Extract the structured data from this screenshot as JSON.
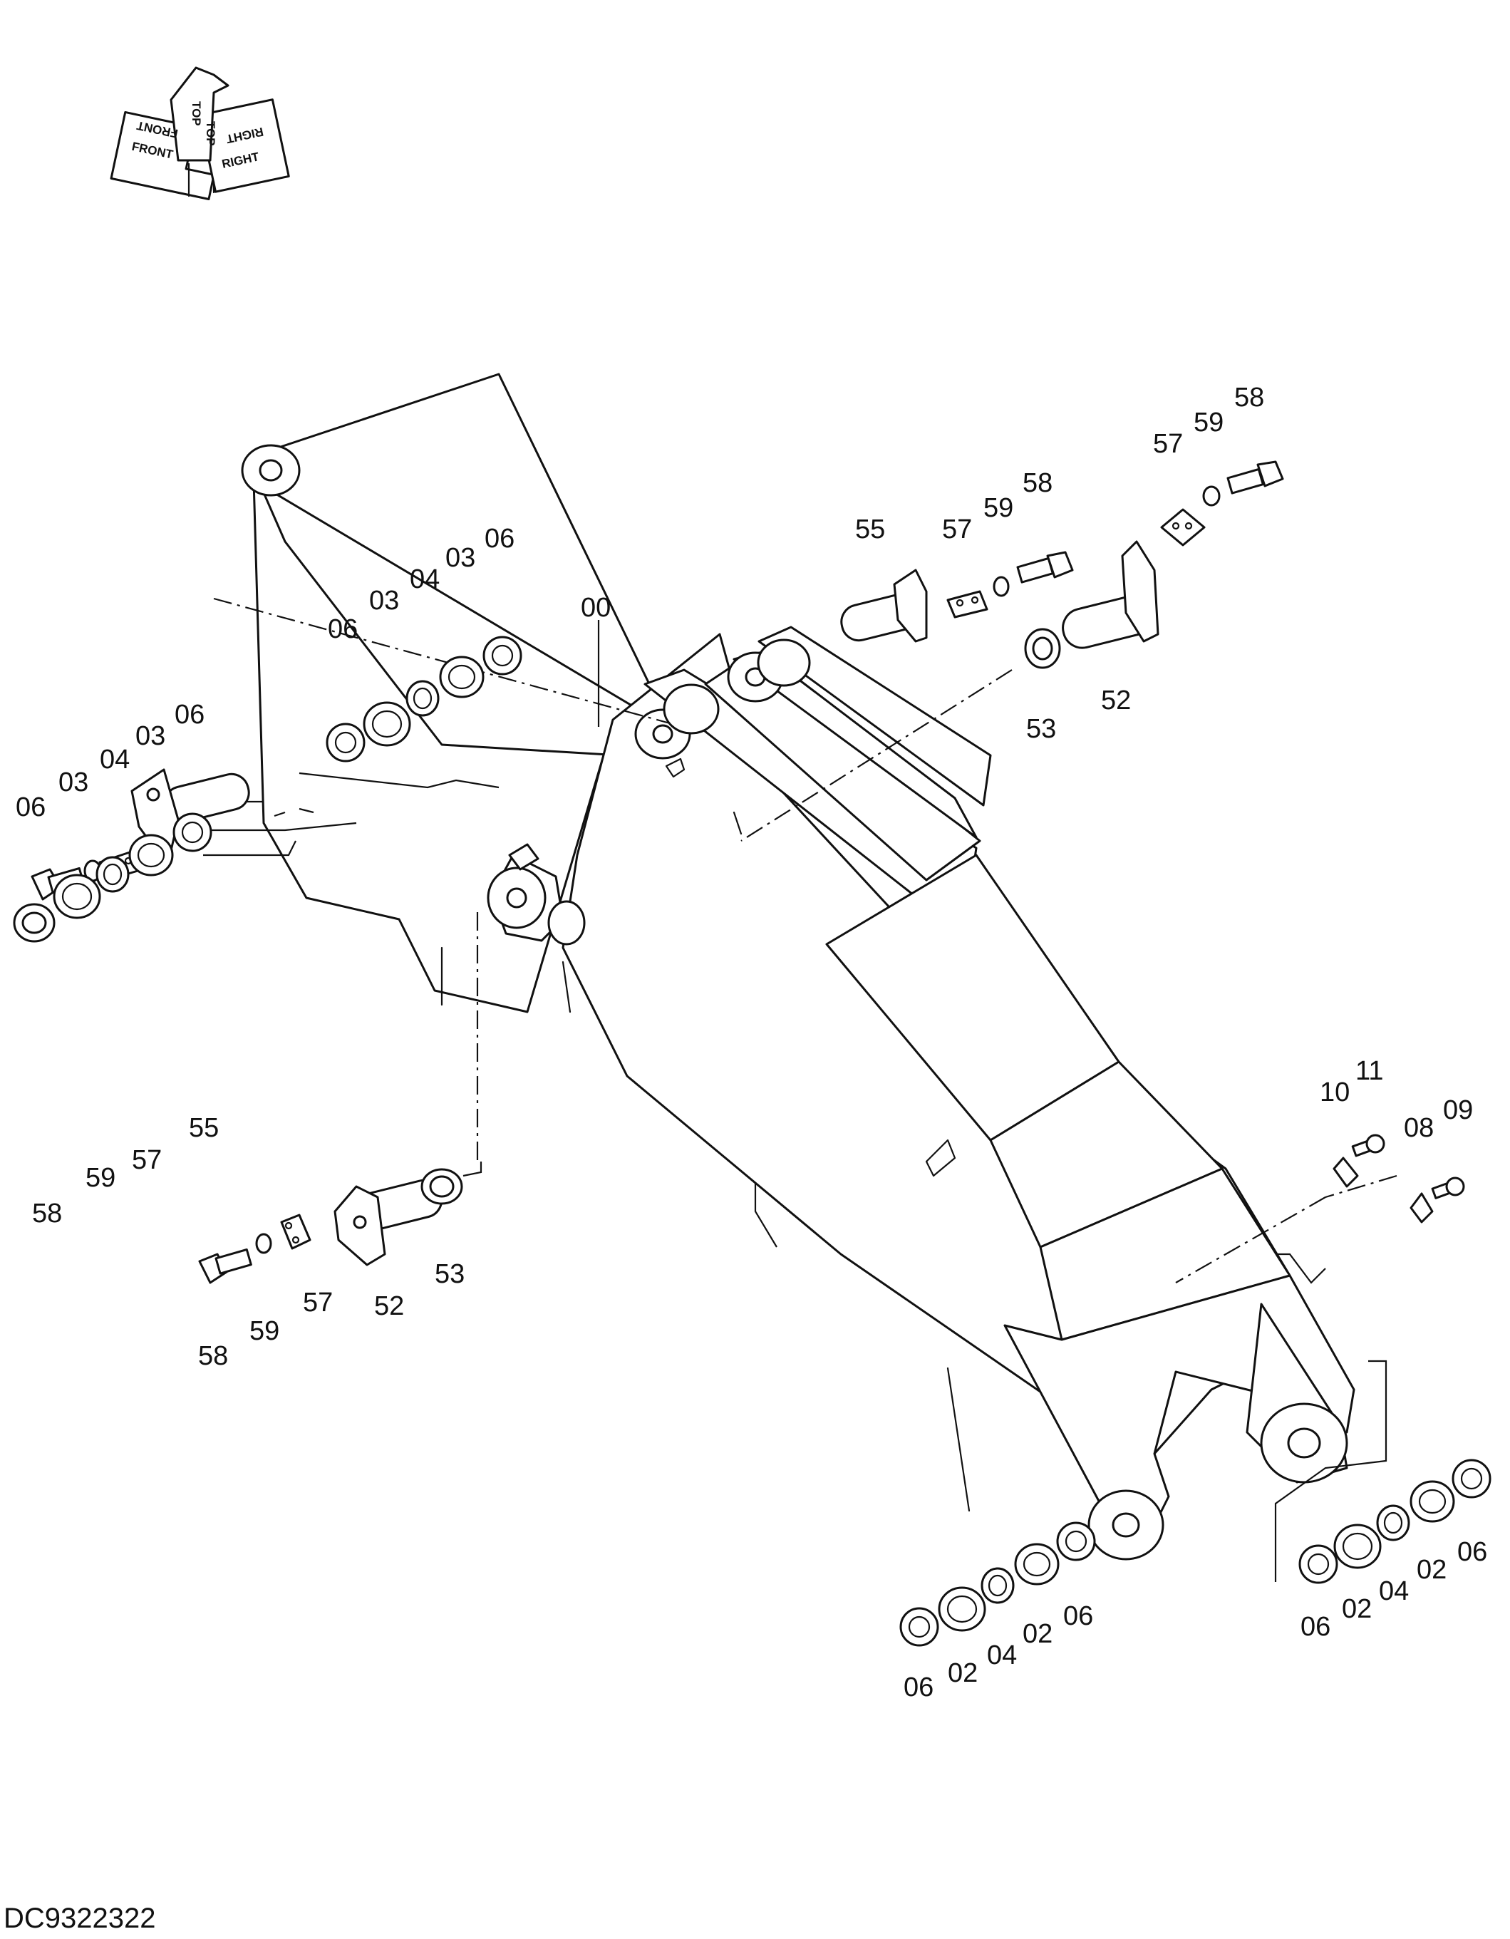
{
  "drawing_id": "DC9322322",
  "compass": {
    "front": "FRONT",
    "top": "TOP",
    "right": "RIGHT"
  },
  "callouts": {
    "c00": "00",
    "c02": "02",
    "c03": "03",
    "c04": "04",
    "c06": "06",
    "c08": "08",
    "c09": "09",
    "c10": "10",
    "c11": "11",
    "c52": "52",
    "c53": "53",
    "c55": "55",
    "c57": "57",
    "c58": "58",
    "c59": "59"
  }
}
